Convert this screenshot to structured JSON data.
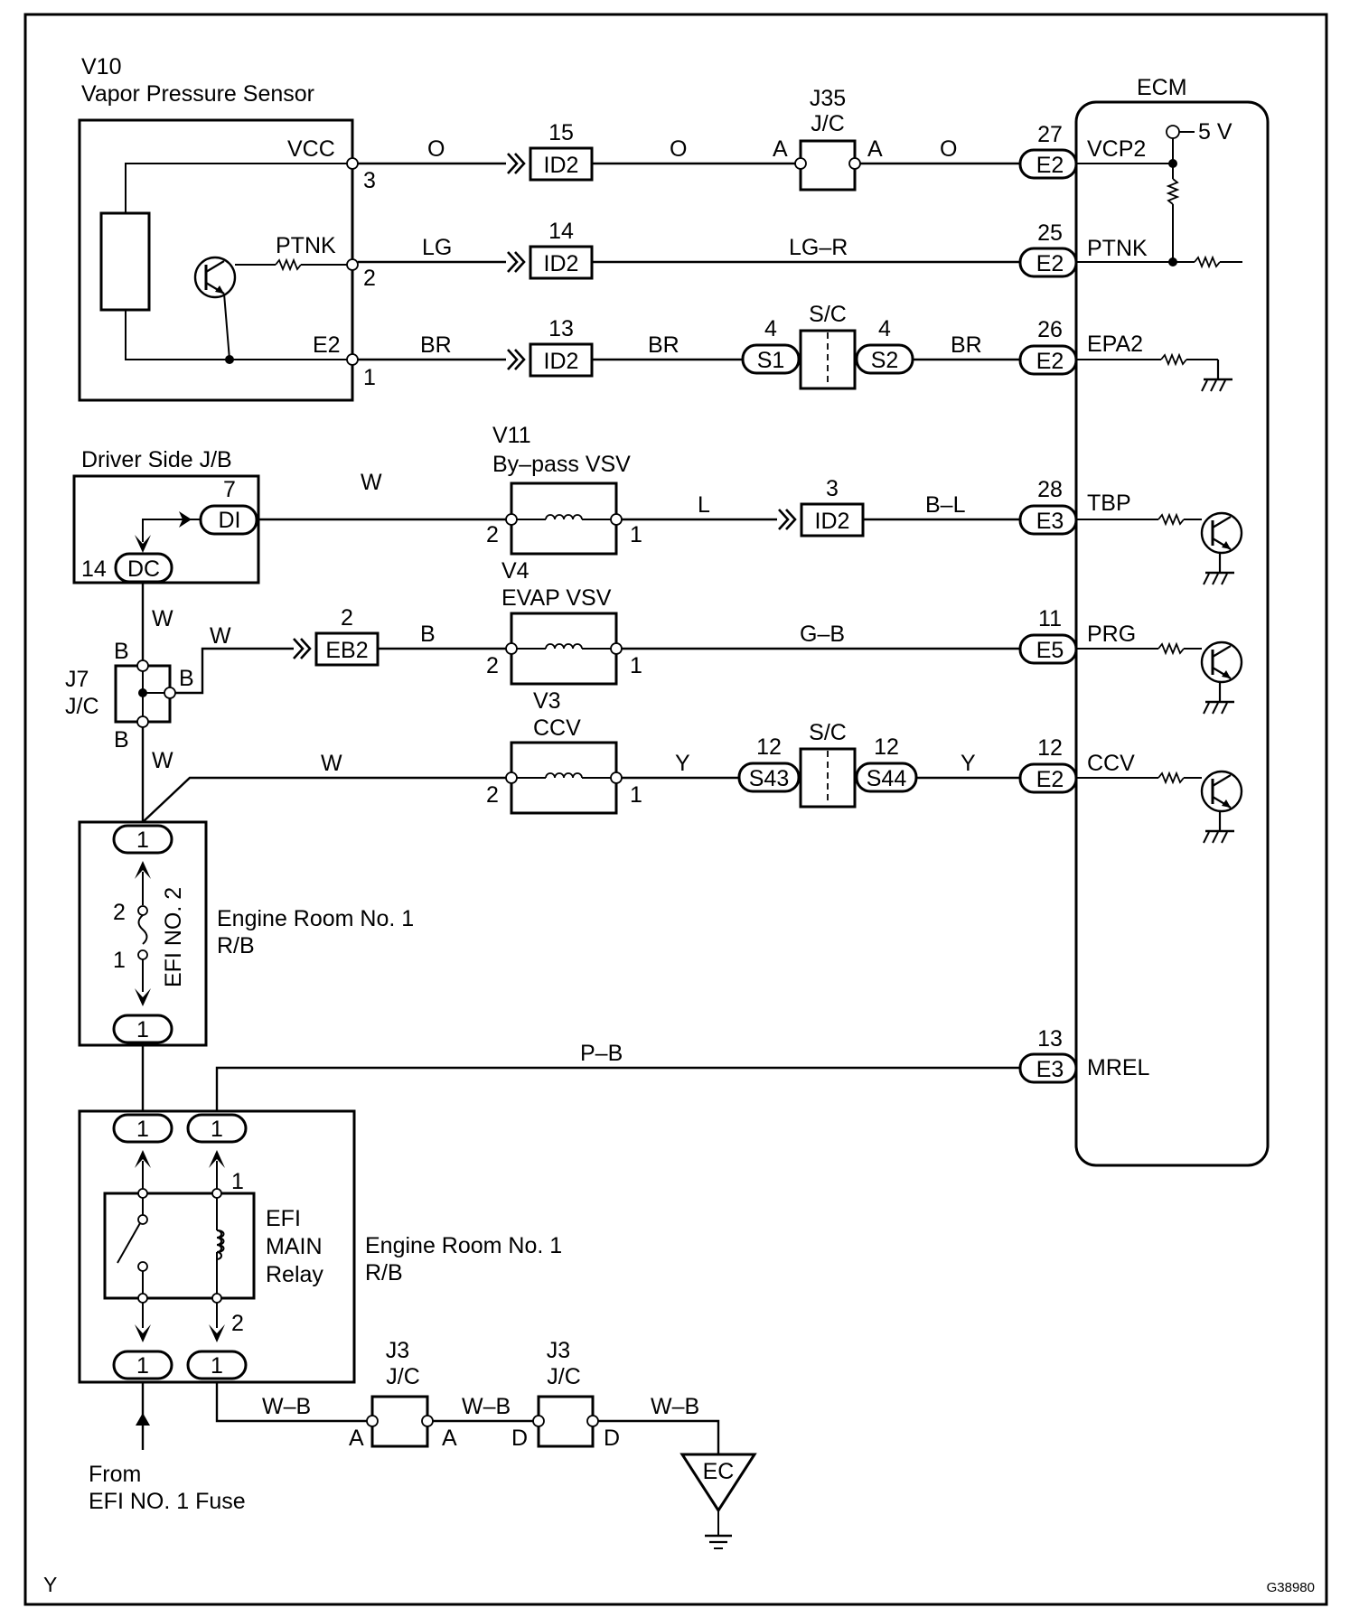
{
  "colors": {
    "ink": "#000000",
    "background": "#ffffff"
  },
  "v10": {
    "code": "V10",
    "name": "Vapor Pressure Sensor",
    "vcc": "VCC",
    "ptnk": "PTNK",
    "e2": "E2",
    "ptnk_inner": "PTNK",
    "pin3": "3",
    "pin2": "2",
    "pin1": "1"
  },
  "ecm": {
    "title": "ECM",
    "vcp2": "VCP2",
    "ptnk": "PTNK",
    "epa2": "EPA2",
    "tbp": "TBP",
    "prg": "PRG",
    "ccv": "CCV",
    "mrel": "MREL",
    "v5": "5 V"
  },
  "wire_colors": {
    "o1": "O",
    "o2": "O",
    "o3": "O",
    "lg": "LG",
    "lgr": "LG–R",
    "br1": "BR",
    "br2": "BR",
    "br3": "BR",
    "w1": "W",
    "l": "L",
    "bl": "B–L",
    "w2": "W",
    "w3": "W",
    "b": "B",
    "gb": "G–B",
    "w4": "W",
    "w5": "W",
    "y1": "Y",
    "y2": "Y",
    "pb": "P–B",
    "wb1": "W–B",
    "wb2": "W–B",
    "wb3": "W–B"
  },
  "connectors": {
    "id2_15": {
      "num": "15",
      "label": "ID2"
    },
    "id2_14": {
      "num": "14",
      "label": "ID2"
    },
    "id2_13": {
      "num": "13",
      "label": "ID2"
    },
    "id2_3": {
      "num": "3",
      "label": "ID2"
    },
    "eb2_2": {
      "num": "2",
      "label": "EB2"
    },
    "e2_27": {
      "num": "27",
      "label": "E2"
    },
    "e2_25": {
      "num": "25",
      "label": "E2"
    },
    "e2_26": {
      "num": "26",
      "label": "E2"
    },
    "e3_28": {
      "num": "28",
      "label": "E3"
    },
    "e5_11": {
      "num": "11",
      "label": "E5"
    },
    "e2_12": {
      "num": "12",
      "label": "E2"
    },
    "e3_13": {
      "num": "13",
      "label": "E3"
    },
    "s1": {
      "num": "4",
      "label": "S1"
    },
    "s2": {
      "num": "4",
      "label": "S2"
    },
    "s43": {
      "num": "12",
      "label": "S43"
    },
    "s44": {
      "num": "12",
      "label": "S44"
    },
    "di": {
      "num": "7",
      "label": "DI"
    },
    "dc": {
      "num": "14",
      "label": "DC"
    }
  },
  "j35": {
    "code": "J35",
    "type": "J/C",
    "pin_a1": "A",
    "pin_a2": "A"
  },
  "sc1": {
    "label": "S/C"
  },
  "sc2": {
    "label": "S/C"
  },
  "jb": {
    "title": "Driver Side J/B"
  },
  "j7": {
    "code": "J7",
    "type": "J/C",
    "pin_b1": "B",
    "pin_b2": "B",
    "pin_b3": "B"
  },
  "v11": {
    "code": "V11",
    "name": "By–pass VSV",
    "pin2": "2",
    "pin1": "1"
  },
  "v4": {
    "code": "V4",
    "name": "EVAP VSV",
    "pin2": "2",
    "pin1": "1"
  },
  "v3": {
    "code": "V3",
    "name": "CCV",
    "pin2": "2",
    "pin1": "1"
  },
  "rb1": {
    "fuse": "EFI NO. 2",
    "line1": "Engine Room No. 1",
    "line2": "R/B",
    "pin_top": "1",
    "pin_bottom": "1",
    "fuse_pin2": "2",
    "fuse_pin1": "1"
  },
  "rb2": {
    "line1": "Engine Room No. 1",
    "line2": "R/B",
    "relay1": "EFI",
    "relay2": "MAIN",
    "relay3": "Relay",
    "pin_tl": "1",
    "pin_tr": "1",
    "pin_bl": "1",
    "pin_br": "1",
    "coil_pin1": "1",
    "coil_pin2": "2"
  },
  "j3a": {
    "code": "J3",
    "type": "J/C",
    "pin_a1": "A",
    "pin_a2": "A"
  },
  "j3b": {
    "code": "J3",
    "type": "J/C",
    "pin_d1": "D",
    "pin_d2": "D"
  },
  "ground_ec": {
    "label": "EC"
  },
  "from": {
    "line1": "From",
    "line2": "EFI NO. 1 Fuse"
  },
  "footer": {
    "left": "Y",
    "right": "G38980"
  }
}
